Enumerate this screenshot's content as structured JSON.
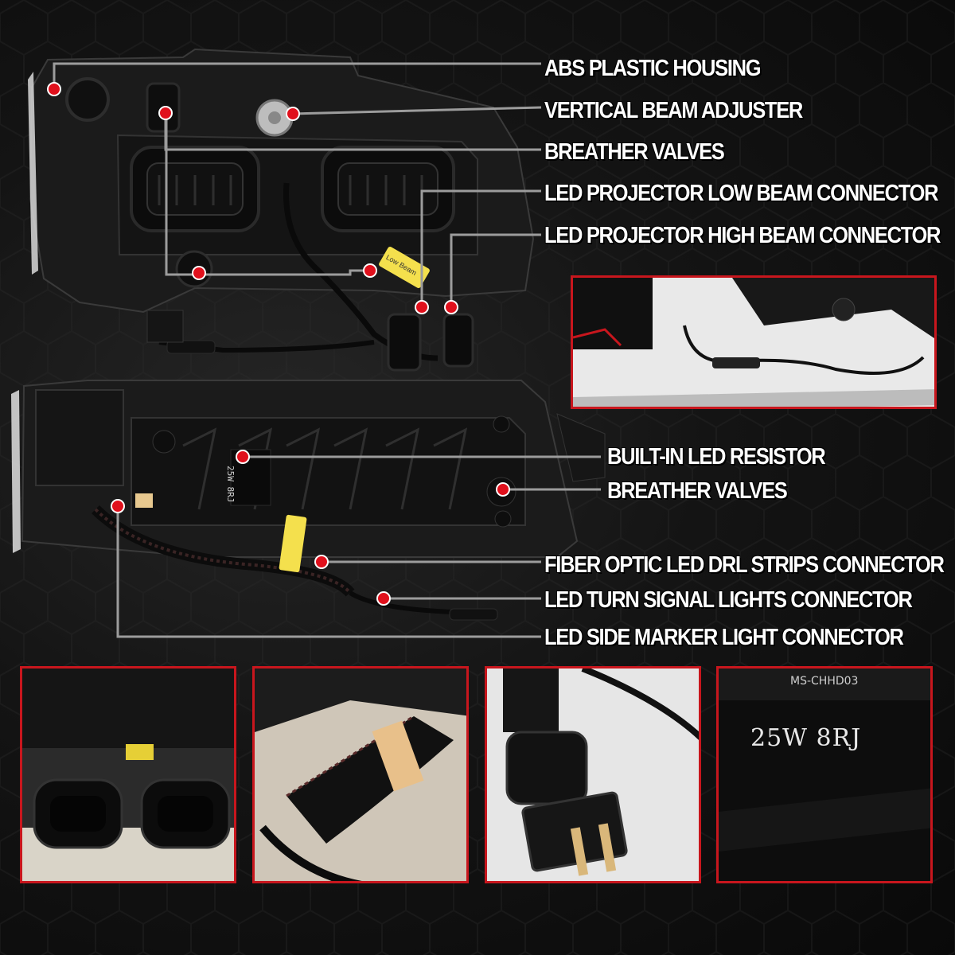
{
  "callouts_top": [
    {
      "id": "abs-housing",
      "label": "ABS PLASTIC HOUSING"
    },
    {
      "id": "beam-adjuster",
      "label": "VERTICAL BEAM ADJUSTER"
    },
    {
      "id": "breather-valves-top",
      "label": "BREATHER VALVES"
    },
    {
      "id": "low-beam-connector",
      "label": "LED PROJECTOR LOW BEAM CONNECTOR"
    },
    {
      "id": "high-beam-connector",
      "label": "LED PROJECTOR HIGH BEAM CONNECTOR"
    }
  ],
  "callouts_bottom": [
    {
      "id": "led-resistor",
      "label": "BUILT-IN LED RESISTOR"
    },
    {
      "id": "breather-valves-bottom",
      "label": "BREATHER VALVES"
    },
    {
      "id": "drl-connector",
      "label": "FIBER OPTIC LED DRL STRIPS CONNECTOR"
    },
    {
      "id": "turn-signal-connector",
      "label": "LED TURN SIGNAL LIGHTS CONNECTOR"
    },
    {
      "id": "side-marker-connector",
      "label": "LED SIDE MARKER LIGHT CONNECTOR"
    }
  ],
  "resistor_marking": "25W 8RJ",
  "resistor_marking_small": "25W 8RJ",
  "resistor_model": "MS-CHHD03",
  "low_beam_tag": "Low Beam",
  "accent_color": "#c8161d",
  "callout_dot_color": "#e0101c"
}
